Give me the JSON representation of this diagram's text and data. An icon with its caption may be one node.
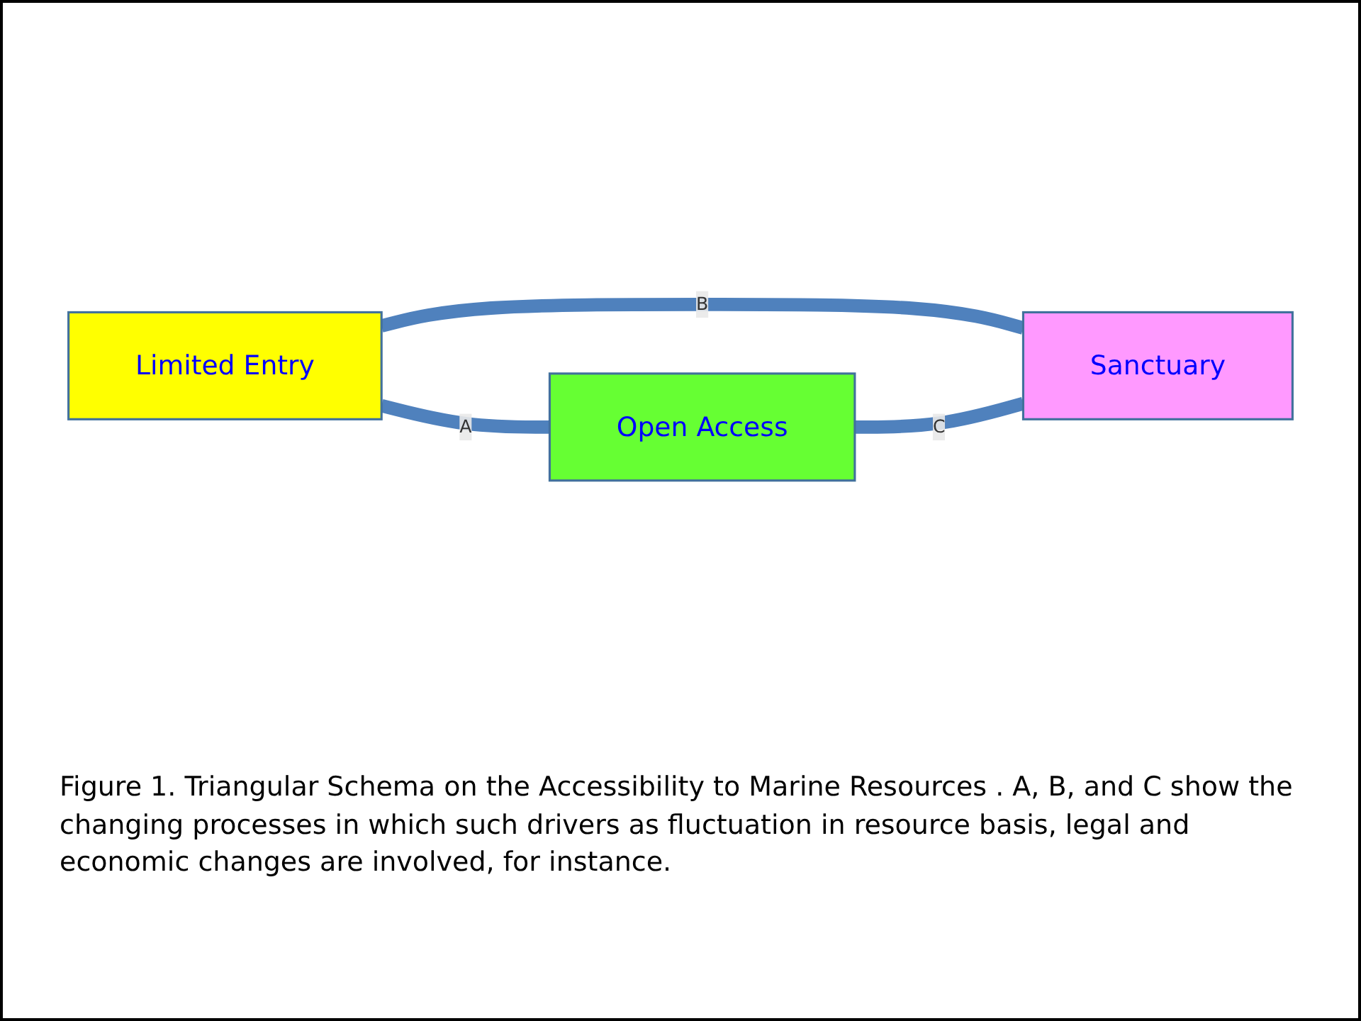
{
  "diagram": {
    "caption": "Figure 1. Triangular Schema on the Accessibility to Marine Resources . A, B, and C show the changing processes in which such drivers as fluctuation in resource basis, legal and economic changes are involved, for instance.",
    "nodes": [
      {
        "text": [
          "Limited Entry"
        ]
      },
      {
        "text": [
          "Open Access"
        ]
      },
      {
        "text": [
          "Sanctuary"
        ]
      }
    ],
    "edges": [
      {
        "from": 0,
        "to": 1,
        "arrow": "none",
        "label": "A"
      },
      {
        "from": 0,
        "to": 2,
        "arrow": "none",
        "label": "B"
      },
      {
        "from": 1,
        "to": 2,
        "arrow": "none",
        "label": "C"
      }
    ]
  }
}
